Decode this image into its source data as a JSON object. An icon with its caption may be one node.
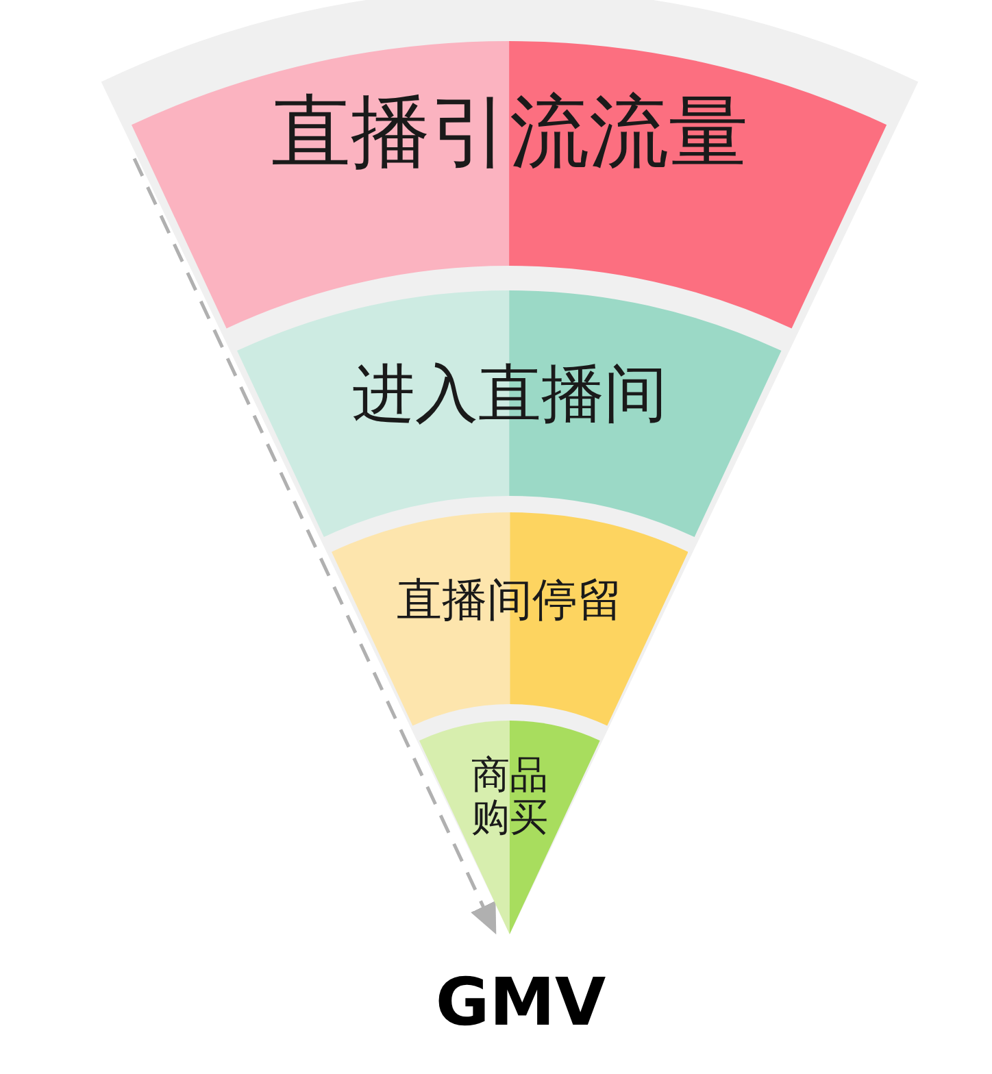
{
  "diagram": {
    "nodes": [
      {
        "text": [
          "直播引流流量"
        ]
      },
      {
        "text": [
          "进入直播间"
        ]
      },
      {
        "text": [
          "直播间停留"
        ]
      },
      {
        "text": [
          "商品购买"
        ]
      }
    ],
    "edges": [
      {
        "from": 0,
        "to": 3,
        "arrow": "to",
        "style": "dashed"
      }
    ],
    "labels": [
      "GMV"
    ]
  }
}
